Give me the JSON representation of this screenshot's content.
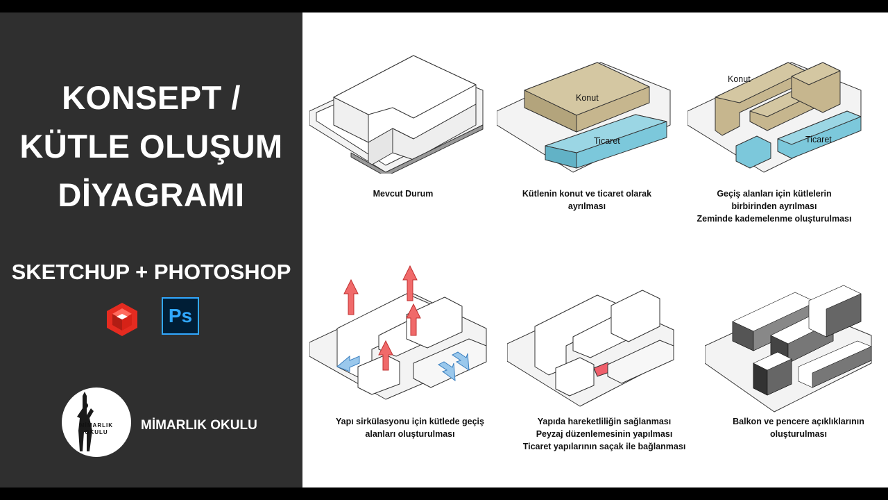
{
  "sidebar": {
    "title_lines": [
      "KONSEPT /",
      "KÜTLE OLUŞUM",
      "DİYAGRAMI"
    ],
    "tools": "SKETCHUP + PHOTOSHOP",
    "ps_icon": "Ps",
    "logo_text_1": "MİMARLIK",
    "logo_text_2": "OKULU",
    "brand": "MİMARLIK OKULU"
  },
  "colors": {
    "sidebar_bg": "#2f2f2f",
    "konut": "#c6b68e",
    "ticaret": "#7cc8db",
    "arrow_red": "#f06a6a",
    "arrow_blue": "#9ac8ec",
    "highlight": "#ef5f6b"
  },
  "diagrams": [
    {
      "id": "d1",
      "caption": [
        "Mevcut Durum"
      ]
    },
    {
      "id": "d2",
      "caption": [
        "Kütlenin konut ve ticaret olarak",
        "ayrılması"
      ],
      "labels": [
        "Konut",
        "Ticaret"
      ]
    },
    {
      "id": "d3",
      "caption": [
        "Geçiş alanları için kütlelerin",
        "birbirinden ayrılması",
        "Zeminde kademelenme oluşturulması"
      ],
      "labels": [
        "Konut",
        "Ticaret"
      ]
    },
    {
      "id": "d4",
      "caption": [
        "Yapı sirkülasyonu için kütlede geçiş",
        "alanları oluşturulması"
      ]
    },
    {
      "id": "d5",
      "caption": [
        "Yapıda hareketliliğin sağlanması",
        "Peyzaj düzenlemesinin yapılması",
        "Ticaret yapılarının saçak ile bağlanması"
      ]
    },
    {
      "id": "d6",
      "caption": [
        "Balkon ve pencere açıklıklarının",
        "oluşturulması"
      ]
    }
  ]
}
